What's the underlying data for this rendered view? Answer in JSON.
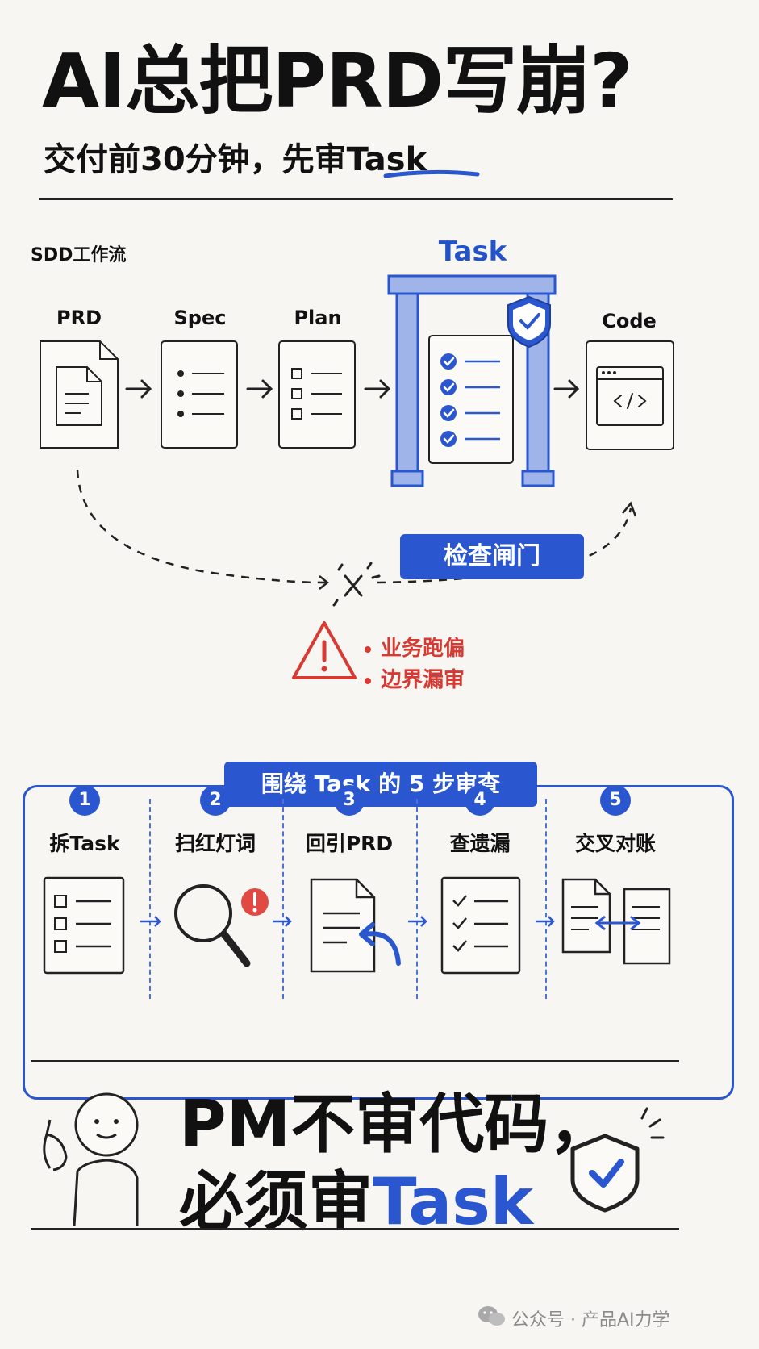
{
  "header": {
    "title": "AI总把PRD写崩?",
    "subtitle_prefix": "交付前30分钟，先审",
    "subtitle_highlight": "Task"
  },
  "workflow": {
    "label": "SDD工作流",
    "nodes": [
      "PRD",
      "Spec",
      "Plan",
      "Task",
      "Code"
    ],
    "gate_label": "检查闸门",
    "risks": [
      "业务跑偏",
      "边界漏审"
    ]
  },
  "steps": {
    "title": "围绕 Task 的 5 步审查",
    "items": [
      {
        "num": "1",
        "label": "拆Task"
      },
      {
        "num": "2",
        "label": "扫红灯词"
      },
      {
        "num": "3",
        "label": "回引PRD"
      },
      {
        "num": "4",
        "label": "查遗漏"
      },
      {
        "num": "5",
        "label": "交叉对账"
      }
    ]
  },
  "conclusion": {
    "line1": "PM不审代码，",
    "line2_prefix": "必须审",
    "line2_highlight": "Task"
  },
  "footer": {
    "text": "公众号 · 产品AI力学"
  },
  "colors": {
    "accent": "#2a57cf",
    "warning": "#d63a32",
    "ink": "#111111",
    "background": "#f7f6f2"
  }
}
